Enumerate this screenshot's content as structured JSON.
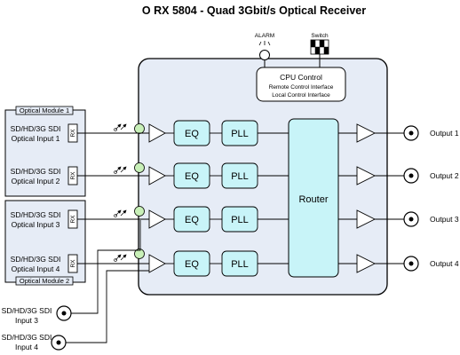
{
  "title": "O RX 5804 - Quad 3Gbit/s Optical  Receiver",
  "alarm_label": "ALARM",
  "switch_label": "Switch",
  "cpu": {
    "title": "CPU Control",
    "line1": "Remote Control Interface",
    "line2": "Local Control Interface"
  },
  "modules": [
    "Optical Module 1",
    "Optical Module 2"
  ],
  "optical_inputs": [
    {
      "line1": "SD/HD/3G SDI",
      "line2": "Optical Input 1"
    },
    {
      "line1": "SD/HD/3G SDI",
      "line2": "Optical Input 2"
    },
    {
      "line1": "SD/HD/3G SDI",
      "line2": "Optical Input 3"
    },
    {
      "line1": "SD/HD/3G SDI",
      "line2": "Optical Input 4"
    }
  ],
  "rx_label": "RX",
  "eq_label": "EQ",
  "pll_label": "PLL",
  "router_label": "Router",
  "outputs": [
    "Output 1",
    "Output 2",
    "Output 3",
    "Output 4"
  ],
  "electrical_inputs": [
    {
      "line1": "SD/HD/3G SDI",
      "line2": "Input 3"
    },
    {
      "line1": "SD/HD/3G SDI",
      "line2": "Input 4"
    }
  ],
  "colors": {
    "main_board": "#e6ecf6",
    "block_fill": "#c8f4f8",
    "led_fill": "#c8f0b8",
    "module_fill": "#e6ecf6"
  }
}
